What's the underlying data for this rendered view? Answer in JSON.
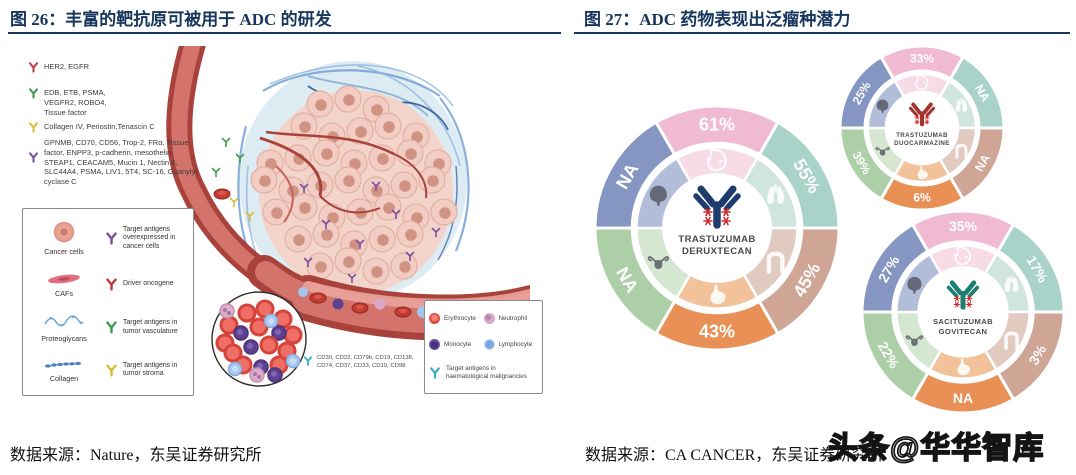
{
  "figure_left": {
    "title": "图 26：丰富的靶抗原可被用于 ADC 的研发",
    "source": "数据来源：Nature，东吴证券研究所",
    "antigen_legend": [
      {
        "group": "driver-oncogene",
        "items": "HER2, EGFR"
      },
      {
        "group": "vasculature",
        "items": "EDB, ETB, PSMA, VEGFR2, ROBO4, Tissue factor"
      },
      {
        "group": "stroma",
        "items": "Collagen IV, Periostin,Tenascin C"
      },
      {
        "group": "overexpressed",
        "items": "GPNMB, CD70, CD56, Trop-2, FRα, Tissue factor, ENPP3, p-cadherin, mesothelin, STEAP1, CEACAM5, Mucin 1, Nectin 4, SLC44A4, PSMA, LIV1, 5T4, SC-16, Guanylyl cyclase C"
      }
    ],
    "cell_legend": [
      {
        "item": "Cancer cells",
        "target": "Target antigens overexpressed in cancer cells"
      },
      {
        "item": "CAFs",
        "target": "Driver oncogene"
      },
      {
        "item": "Proteoglycans",
        "target": "Target antigens in tumor vasculature"
      },
      {
        "item": "Collagen",
        "target": "Target antigens in tumor stroma"
      }
    ],
    "blood_legend": {
      "erythrocyte": "Erythrocyte",
      "neutrophil": "Neutrophil",
      "monocyte": "Monocyte",
      "lymphocyte": "Lymphocyte",
      "antibody_note": "Target antigens in haematological malignancies"
    },
    "haem_targets_line1": "CD30, CD22, CD79b, CD19, CD138,",
    "haem_targets_line2": "CD74, CD37, CD33, CD19, CD98"
  },
  "figure_right": {
    "title": "图 27：ADC 药物表现出泛瘤种潜力",
    "source": "数据来源：CA CANCER，东吴证券研究所",
    "chart_data": [
      {
        "type": "pie",
        "variant": "donut",
        "drug": "TRASTUZUMAB DERUXTECAN",
        "name_lines": [
          "TRASTUZUMAB",
          "DERUXTECAN"
        ],
        "antibody_color": "#1E3C6E",
        "categories": [
          "breast",
          "lung",
          "colon",
          "stomach",
          "uterus",
          "bladder"
        ],
        "labels": [
          "61%",
          "55%",
          "45%",
          "43%",
          "NA",
          "NA"
        ],
        "values": [
          61,
          55,
          45,
          43,
          null,
          null
        ]
      },
      {
        "type": "pie",
        "variant": "donut",
        "drug": "TRASTUZUMAB DUOCARMAZINE",
        "name_lines": [
          "TRASTUZUMAB",
          "DUOCARMAZINE"
        ],
        "antibody_color": "#A1342C",
        "categories": [
          "breast",
          "lung",
          "colon",
          "stomach",
          "uterus",
          "bladder"
        ],
        "labels": [
          "33%",
          "NA",
          "NA",
          "6%",
          "39%",
          "25%"
        ],
        "values": [
          33,
          null,
          null,
          6,
          39,
          25
        ]
      },
      {
        "type": "pie",
        "variant": "donut",
        "drug": "SACITUZUMAB GOVITECAN",
        "name_lines": [
          "SACITUZUMAB",
          "GOVITECAN"
        ],
        "antibody_color": "#1D7F72",
        "categories": [
          "breast",
          "lung",
          "colon",
          "stomach",
          "uterus",
          "bladder"
        ],
        "labels": [
          "35%",
          "17%",
          "3%",
          "NA",
          "22%",
          "27%"
        ],
        "values": [
          35,
          17,
          3,
          null,
          22,
          27
        ]
      }
    ]
  },
  "watermark": "头条@华华智库",
  "colors": {
    "title": "#17365D",
    "star": "#CE2B2B",
    "organs": {
      "breast": {
        "outer": "#F0BAD2",
        "inner": "#F7DCE8"
      },
      "lung": {
        "outer": "#A9D2C8",
        "inner": "#CFE5DE"
      },
      "colon": {
        "outer": "#CFA596",
        "inner": "#E1CBC0"
      },
      "stomach": {
        "outer": "#E89055",
        "inner": "#F2C29B"
      },
      "uterus": {
        "outer": "#ADCFA7",
        "inner": "#D5E7D0"
      },
      "bladder": {
        "outer": "#8496C1",
        "inner": "#B2BDDA"
      }
    }
  }
}
